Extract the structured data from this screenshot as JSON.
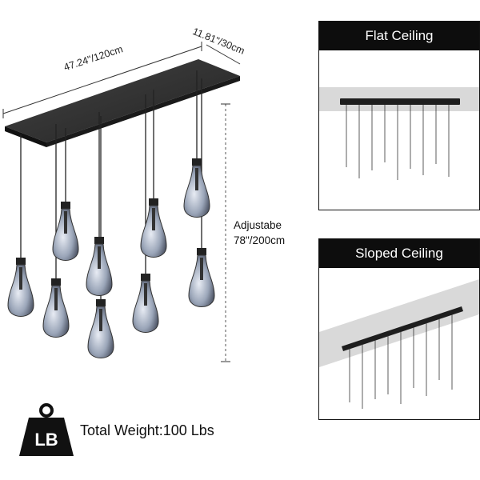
{
  "dimensions": {
    "width_label": "47.24\"/120cm",
    "depth_label": "11.81\"/30cm",
    "adjustable_line1": "Adjustabe",
    "adjustable_line2": "78\"/200cm"
  },
  "panels": {
    "flat": {
      "title": "Flat Ceiling"
    },
    "sloped": {
      "title": "Sloped Ceiling"
    }
  },
  "weight": {
    "icon_text": "LB",
    "label": "Total Weight:100 Lbs"
  },
  "colors": {
    "fixture": "#2b2b2b",
    "panel_header": "#0d0d0d",
    "ceiling_band": "#d9d9d9",
    "glass": "#a9b3c4"
  }
}
